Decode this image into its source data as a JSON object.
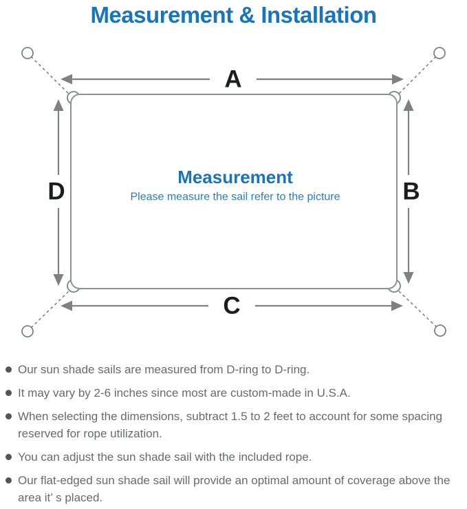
{
  "title": "Measurement & Installation",
  "diagram": {
    "labels": {
      "top": "A",
      "right": "B",
      "bottom": "C",
      "left": "D"
    },
    "center": {
      "heading": "Measurement",
      "subheading": "Please measure the sail refer to the picture"
    },
    "colors": {
      "title_blue": "#1a74bb",
      "subheading_blue": "#2d7cb8",
      "line_gray": "#7e8184",
      "label_black": "#1c1d1f",
      "note_text_gray": "#696a6c"
    }
  },
  "notes": {
    "items": [
      "Our sun shade sails are measured from D-ring to D-ring.",
      "It may vary by 2-6 inches since most are custom-made in U.S.A.",
      "When selecting the dimensions, subtract 1.5 to 2 feet to account for some spacing reserved for rope utilization.",
      "You can adjust the sun shade sail with the included rope.",
      "Our flat-edged sun shade sail will provide an optimal amount of coverage above the area it’ s placed."
    ]
  }
}
